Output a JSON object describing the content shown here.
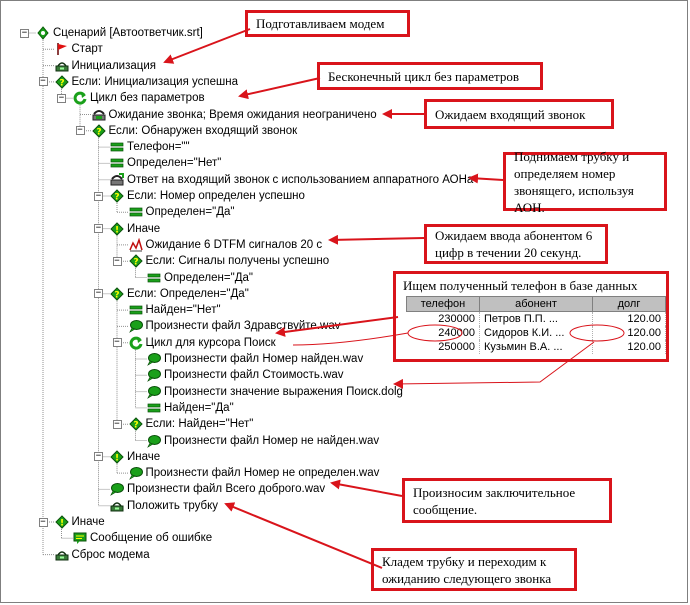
{
  "tree": [
    {
      "id": "n0",
      "label": "Сценарий [Автоответчик.srt]",
      "icon": "scenario",
      "level": 0,
      "expander": "−"
    },
    {
      "id": "n1",
      "label": "Старт",
      "icon": "flag",
      "level": 1
    },
    {
      "id": "n2",
      "label": "Инициализация",
      "icon": "modem",
      "level": 1
    },
    {
      "id": "n3",
      "label": "Если: Инициализация успешна",
      "icon": "if",
      "level": 1,
      "expander": "−"
    },
    {
      "id": "n4",
      "label": "Цикл без параметров",
      "icon": "loop",
      "level": 2,
      "expander": "−"
    },
    {
      "id": "n5",
      "label": "Ожидание звонка; Время ожидания неограничено",
      "icon": "phone",
      "level": 3
    },
    {
      "id": "n6",
      "label": "Если: Обнаружен входящий звонок",
      "icon": "if",
      "level": 3,
      "expander": "−"
    },
    {
      "id": "n7",
      "label": "Телефон=\"\"",
      "icon": "assign",
      "level": 4
    },
    {
      "id": "n8",
      "label": "Определен=\"Нет\"",
      "icon": "assign",
      "level": 4
    },
    {
      "id": "n9",
      "label": "Ответ на входящий звонок с использованием аппаратного АОНа",
      "icon": "answer",
      "level": 4
    },
    {
      "id": "n10",
      "label": "Если: Номер определен успешно",
      "icon": "if",
      "level": 4,
      "expander": "−"
    },
    {
      "id": "n11",
      "label": "Определен=\"Да\"",
      "icon": "assign",
      "level": 5
    },
    {
      "id": "n12",
      "label": "Иначе",
      "icon": "else",
      "level": 4,
      "expander": "−"
    },
    {
      "id": "n13",
      "label": "Ожидание 6 DTFM сигналов 20 с",
      "icon": "dtmf",
      "level": 5
    },
    {
      "id": "n14",
      "label": "Если: Сигналы получены успешно",
      "icon": "if",
      "level": 5,
      "expander": "−"
    },
    {
      "id": "n15",
      "label": "Определен=\"Да\"",
      "icon": "assign",
      "level": 6
    },
    {
      "id": "n16",
      "label": "Если: Определен=\"Да\"",
      "icon": "if",
      "level": 4,
      "expander": "−"
    },
    {
      "id": "n17",
      "label": "Найден=\"Нет\"",
      "icon": "assign",
      "level": 5
    },
    {
      "id": "n18",
      "label": "Произнести файл Здравствуйте.wav",
      "icon": "speak",
      "level": 5
    },
    {
      "id": "n19",
      "label": "Цикл для курсора Поиск",
      "icon": "loop",
      "level": 5,
      "expander": "−"
    },
    {
      "id": "n20",
      "label": "Произнести файл Номер найден.wav",
      "icon": "speak",
      "level": 6
    },
    {
      "id": "n21",
      "label": "Произнести файл Стоимость.wav",
      "icon": "speak",
      "level": 6
    },
    {
      "id": "n22",
      "label": "Произнести значение выражения Поиск.dolg",
      "icon": "speak",
      "level": 6
    },
    {
      "id": "n23",
      "label": "Найден=\"Да\"",
      "icon": "assign",
      "level": 6
    },
    {
      "id": "n24",
      "label": "Если: Найден=\"Нет\"",
      "icon": "if",
      "level": 5,
      "expander": "−"
    },
    {
      "id": "n25",
      "label": "Произнести файл Номер не найден.wav",
      "icon": "speak",
      "level": 6
    },
    {
      "id": "n26",
      "label": "Иначе",
      "icon": "else",
      "level": 4,
      "expander": "−"
    },
    {
      "id": "n27",
      "label": "Произнести файл Номер не определен.wav",
      "icon": "speak",
      "level": 5
    },
    {
      "id": "n28",
      "label": "Произнести файл Всего доброго.wav",
      "icon": "speak",
      "level": 4
    },
    {
      "id": "n29",
      "label": "Положить трубку",
      "icon": "modem",
      "level": 4
    },
    {
      "id": "n30",
      "label": "Иначе",
      "icon": "else",
      "level": 1,
      "expander": "−"
    },
    {
      "id": "n31",
      "label": "Сообщение об ошибке",
      "icon": "message",
      "level": 2
    },
    {
      "id": "n32",
      "label": "Сброс модема",
      "icon": "modem",
      "level": 1
    }
  ],
  "notes": {
    "modem": "Подготавливаем модем",
    "loop": "Бесконечный цикл без параметров",
    "incoming": "Ожидаем входящий звонок",
    "aon": "Поднимаем трубку и определяем номер звонящего, используя АОН.",
    "dtmf": "Ожидаем ввода абонентом 6 цифр в течении 20 секунд.",
    "goodbye": "Произносим заключительное сообщение.",
    "hangup": "Кладем трубку и переходим к ожиданию следующего звонка"
  },
  "db": {
    "title": "Ищем полученный телефон в базе данных",
    "columns": [
      "телефон",
      "абонент",
      "долг"
    ],
    "rows": [
      [
        "230000",
        "Петров П.П.   ...",
        "120.00"
      ],
      [
        "240000",
        "Сидоров К.И.  ...",
        "120.00"
      ],
      [
        "250000",
        "Кузьмин В.А.  ...",
        "120.00"
      ]
    ]
  },
  "colors": {
    "arrow": "#d9141b",
    "note_border": "#d9141b",
    "icon_green": "#1aa01a",
    "flag_red": "#e01010"
  }
}
